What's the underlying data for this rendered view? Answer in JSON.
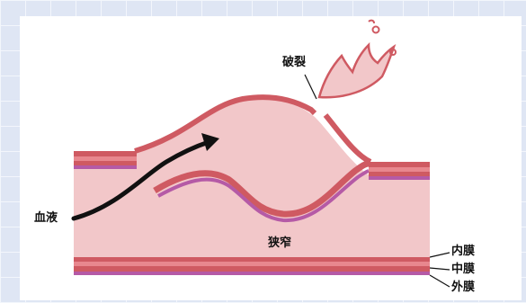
{
  "labels": {
    "rupture": "破裂",
    "blood": "血液",
    "stenosis": "狭窄",
    "intima": "内膜",
    "media": "中膜",
    "adventitia": "外膜"
  },
  "colors": {
    "background_grid": "#dfe6f4",
    "lumen_fill": "#f2c7c9",
    "wall_outer": "#cf5a62",
    "wall_middle": "#e8878e",
    "intima_purple": "#b55aa6",
    "outline": "#7a2b36",
    "arrow": "#111111"
  }
}
